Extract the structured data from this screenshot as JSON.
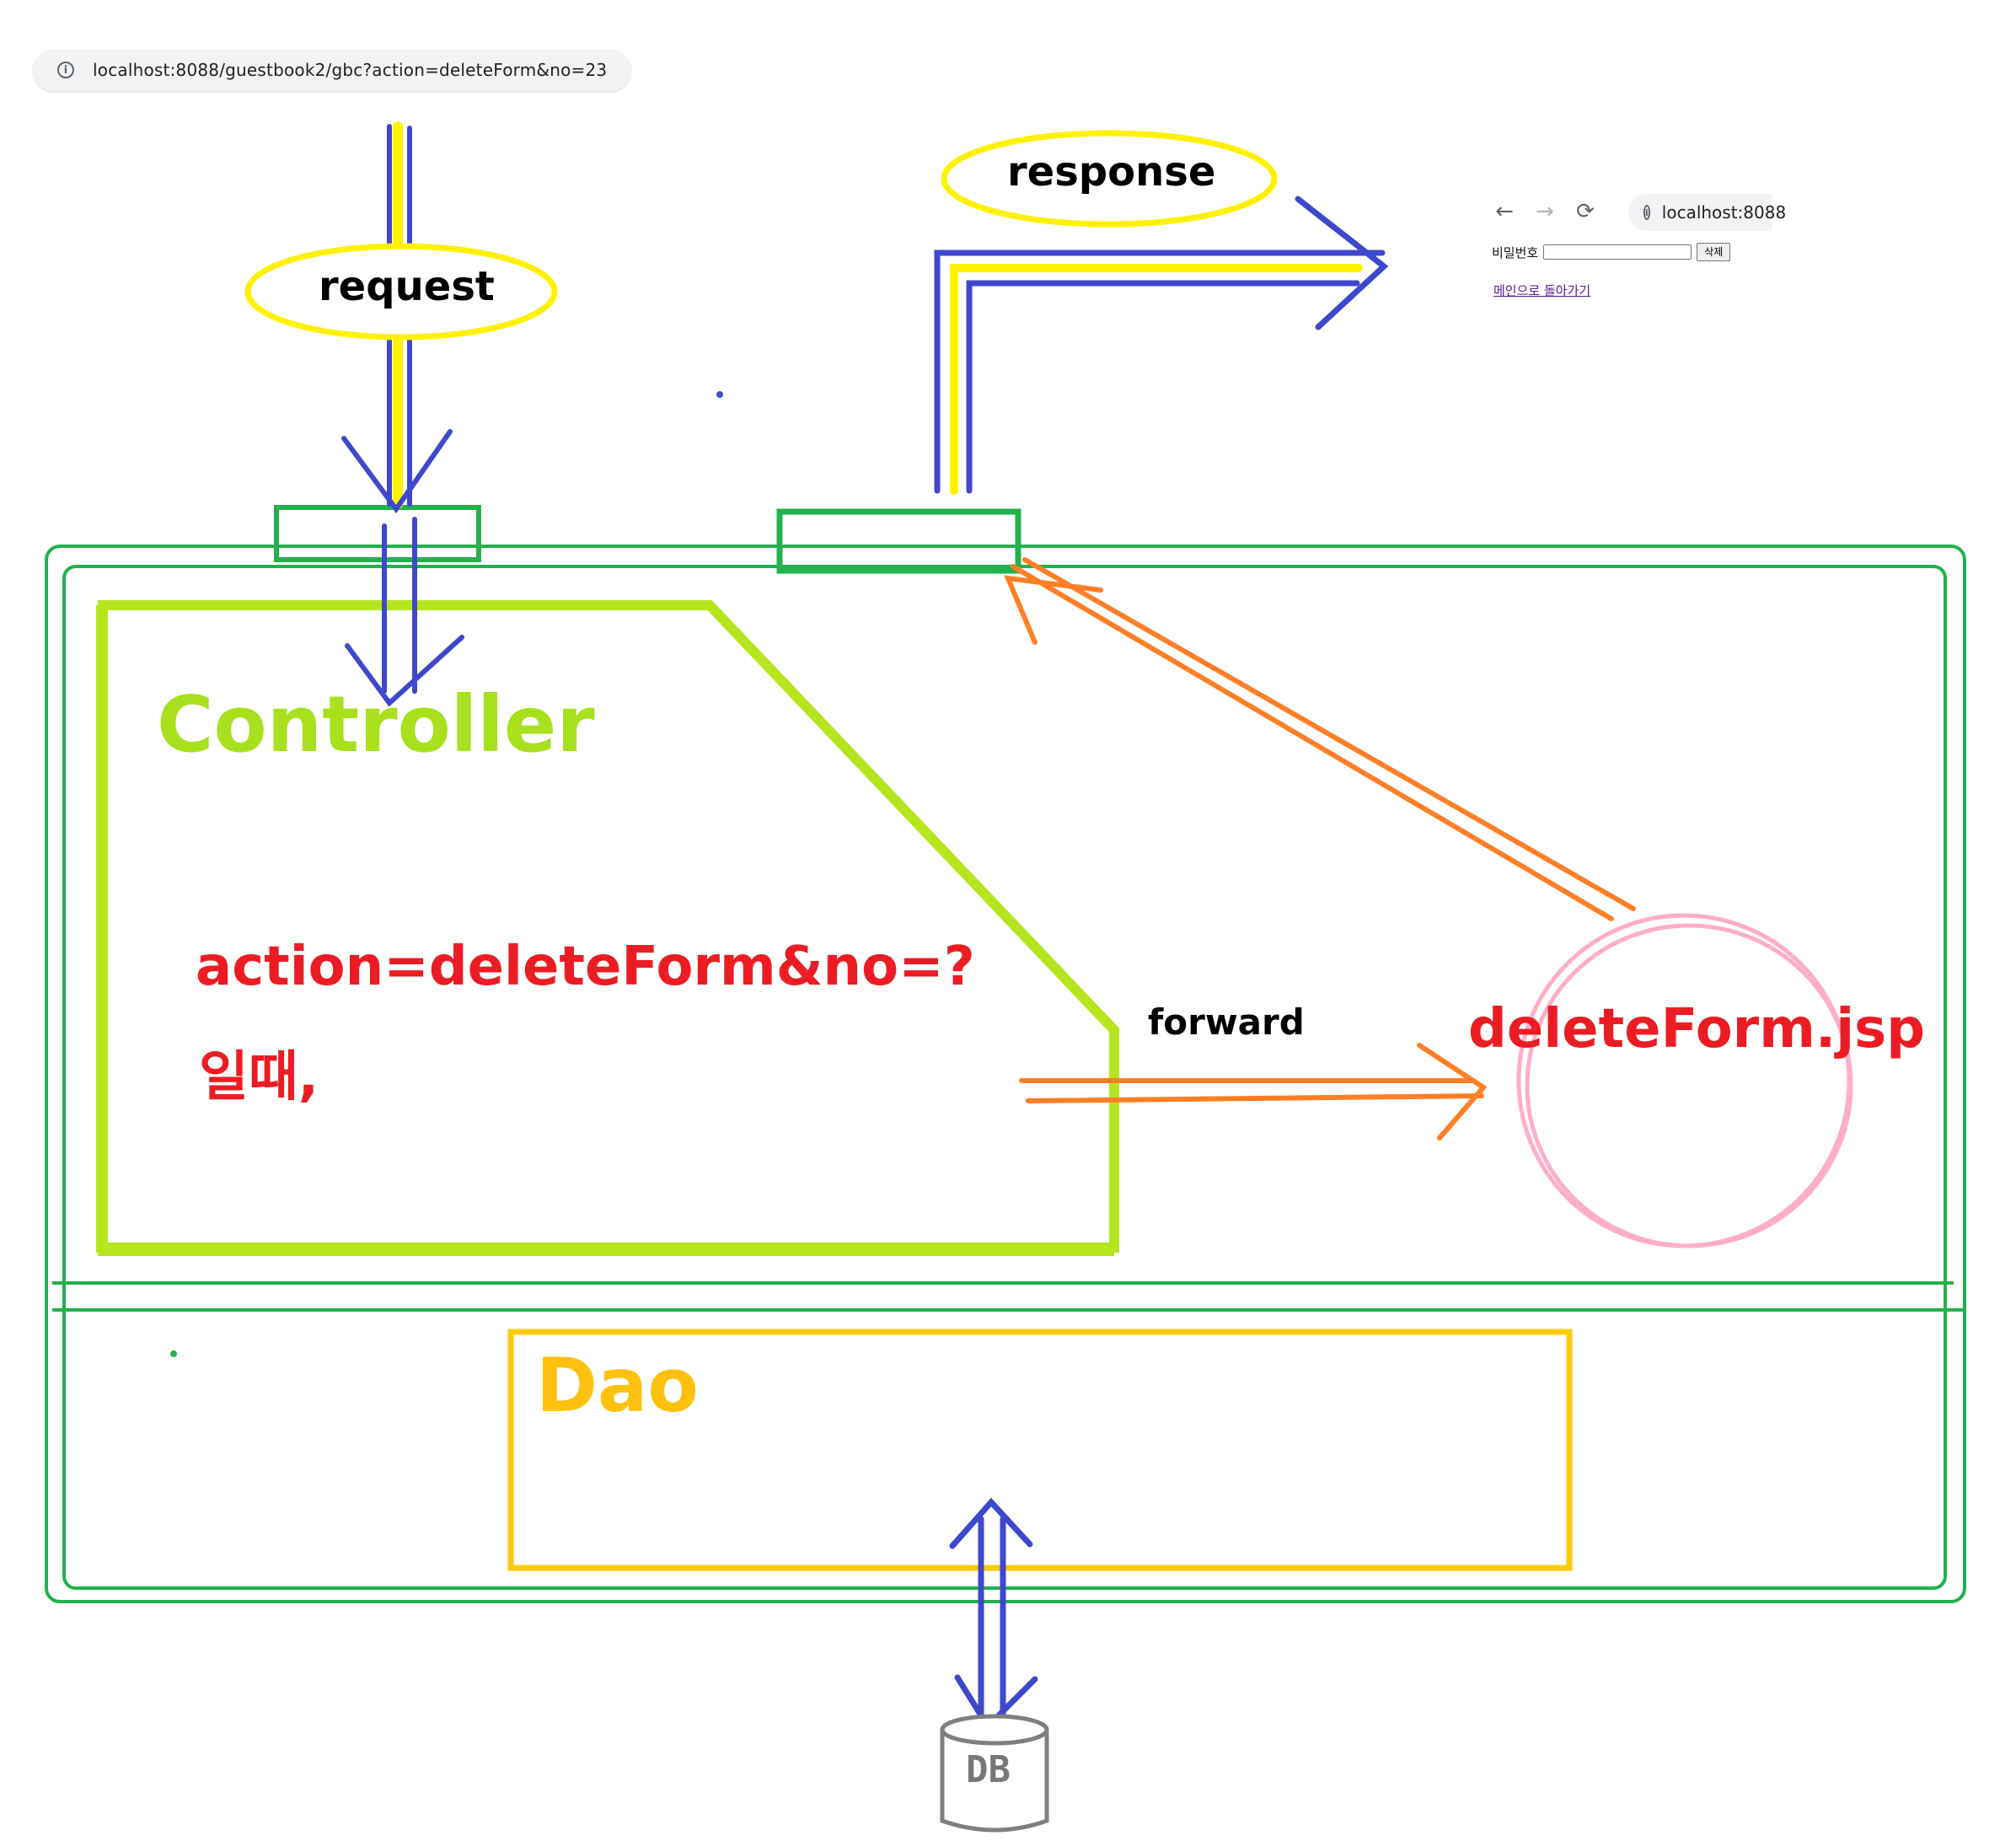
{
  "top_url_bar": {
    "url": "localhost:8088/guestbook2/gbc?action=deleteForm&no=23",
    "icon": "info-icon"
  },
  "labels": {
    "request": "request",
    "response": "response",
    "forward": "forward",
    "controller": "Controller",
    "action": "action=deleteForm&no=?",
    "when": "일때,",
    "jsp": "deleteForm.jsp",
    "dao": "Dao",
    "db": "DB"
  },
  "browser_preview": {
    "back_icon": "←",
    "forward_icon": "→",
    "reload_icon": "⟳",
    "url": "localhost:8088",
    "password_label": "비밀번호",
    "password_value": "",
    "delete_button": "삭제",
    "main_link": "메인으로 돌아가기"
  },
  "colors": {
    "request_arrow": "#3f48cc",
    "highlight": "#fff200",
    "container": "#22b14c",
    "controller": "#b5e61d",
    "forward_arrow": "#ff7f27",
    "jsp_circle": "#ffaec9",
    "dao": "#ffc90e",
    "db": "#7f7f7f"
  }
}
